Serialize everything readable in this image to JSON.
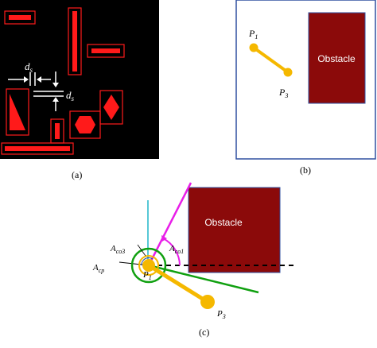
{
  "panel_a": {
    "caption": "(a)",
    "ds_label_top": "d",
    "ds_label_top_sub": "s",
    "ds_label_side": "d",
    "ds_label_side_sub": "s"
  },
  "panel_b": {
    "caption": "(b)",
    "obstacle_label": "Obstacle",
    "p1_label": "P",
    "p1_sub": "1",
    "p3_label": "P",
    "p3_sub": "3"
  },
  "panel_c": {
    "caption": "(c)",
    "obstacle_label": "Obstacle",
    "aco3_label": "A",
    "aco3_sub": "co3",
    "aco1_label": "A",
    "aco1_sub": "co1",
    "acp_label": "A",
    "acp_sub": "cp",
    "p1_label": "P",
    "p1_sub": "1",
    "p3_label": "P",
    "p3_sub": "3"
  },
  "colors": {
    "obstacle_fill": "#8b0a0a",
    "panel_a_bg": "#000000",
    "rect_red": "#ff1a1a",
    "robot_yellow": "#f5b800",
    "magenta": "#e81ee8",
    "green": "#10a010",
    "cyan": "#1fb5c8",
    "frame_blue": "#3050a0"
  }
}
